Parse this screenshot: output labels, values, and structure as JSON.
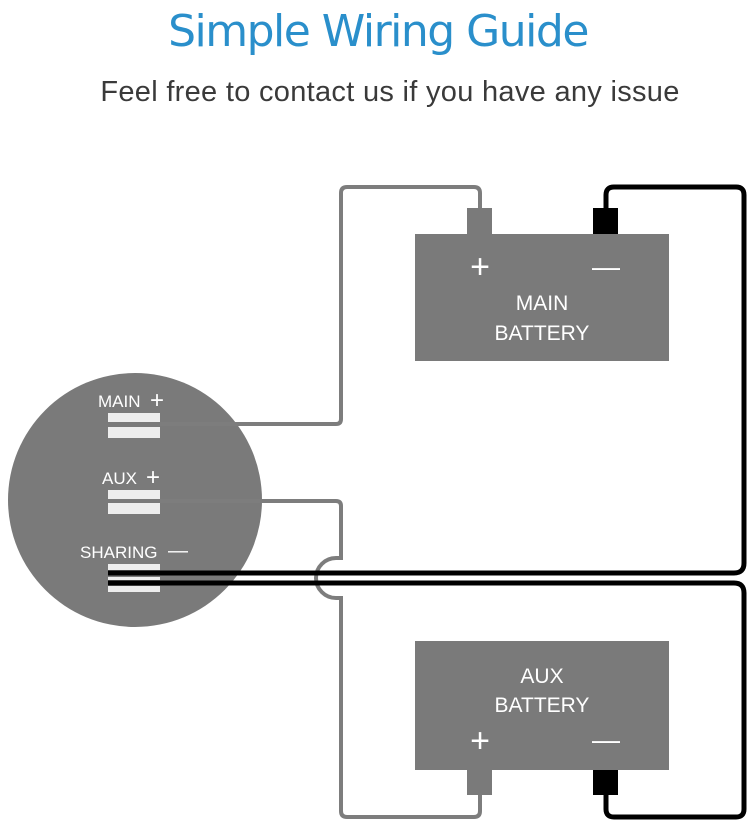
{
  "header": {
    "title": "Simple Wiring Guide",
    "subtitle": "Feel free to contact us if you have any issue"
  },
  "colors": {
    "title": "#2a8fcb",
    "subtitle": "#3a3a3a",
    "component_gray": "#7a7a7a",
    "positive_wire": "#7d7d7d",
    "negative_wire": "#000000",
    "label_text": "#ffffff"
  },
  "switch_panel": {
    "terminals": [
      {
        "label": "MAIN",
        "sign": "+"
      },
      {
        "label": "AUX",
        "sign": "+"
      },
      {
        "label": "SHARING",
        "sign": "—"
      }
    ]
  },
  "main_battery": {
    "line1": "MAIN",
    "line2": "BATTERY",
    "positive_sign": "+",
    "negative_sign": "—"
  },
  "aux_battery": {
    "line1": "AUX",
    "line2": "BATTERY",
    "positive_sign": "+",
    "negative_sign": "—"
  }
}
